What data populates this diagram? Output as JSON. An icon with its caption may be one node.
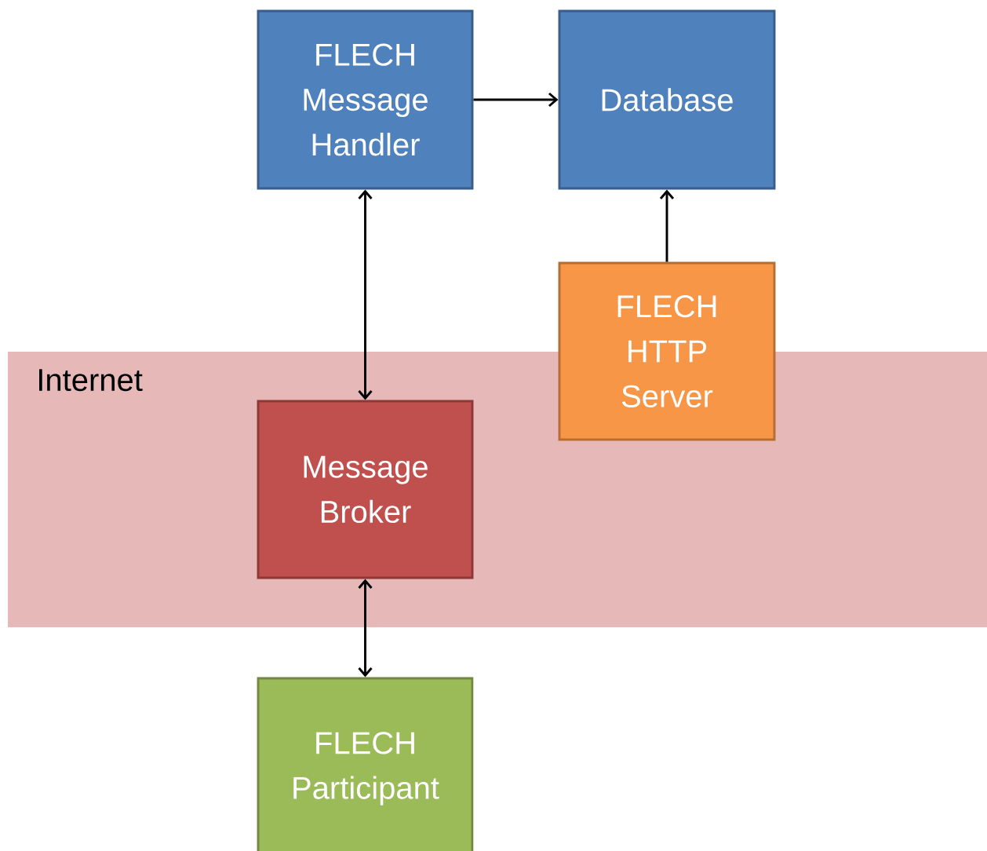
{
  "diagram": {
    "nodes": [
      {
        "text": [
          "FLECH Message Handler"
        ]
      },
      {
        "text": [
          "Database"
        ]
      },
      {
        "text": [
          "FLECH HTTP Server"
        ]
      },
      {
        "text": [
          "Internet"
        ]
      },
      {
        "text": [
          "Message Broker"
        ],
        "in": 3
      },
      {
        "text": [
          "FLECH Participant"
        ]
      }
    ],
    "edges": [
      {
        "from": 0,
        "to": 1,
        "arrow": "to"
      },
      {
        "from": 2,
        "to": 1,
        "arrow": "to"
      },
      {
        "from": 0,
        "to": 4,
        "arrow": "both"
      },
      {
        "from": 4,
        "to": 5,
        "arrow": "both"
      }
    ]
  }
}
